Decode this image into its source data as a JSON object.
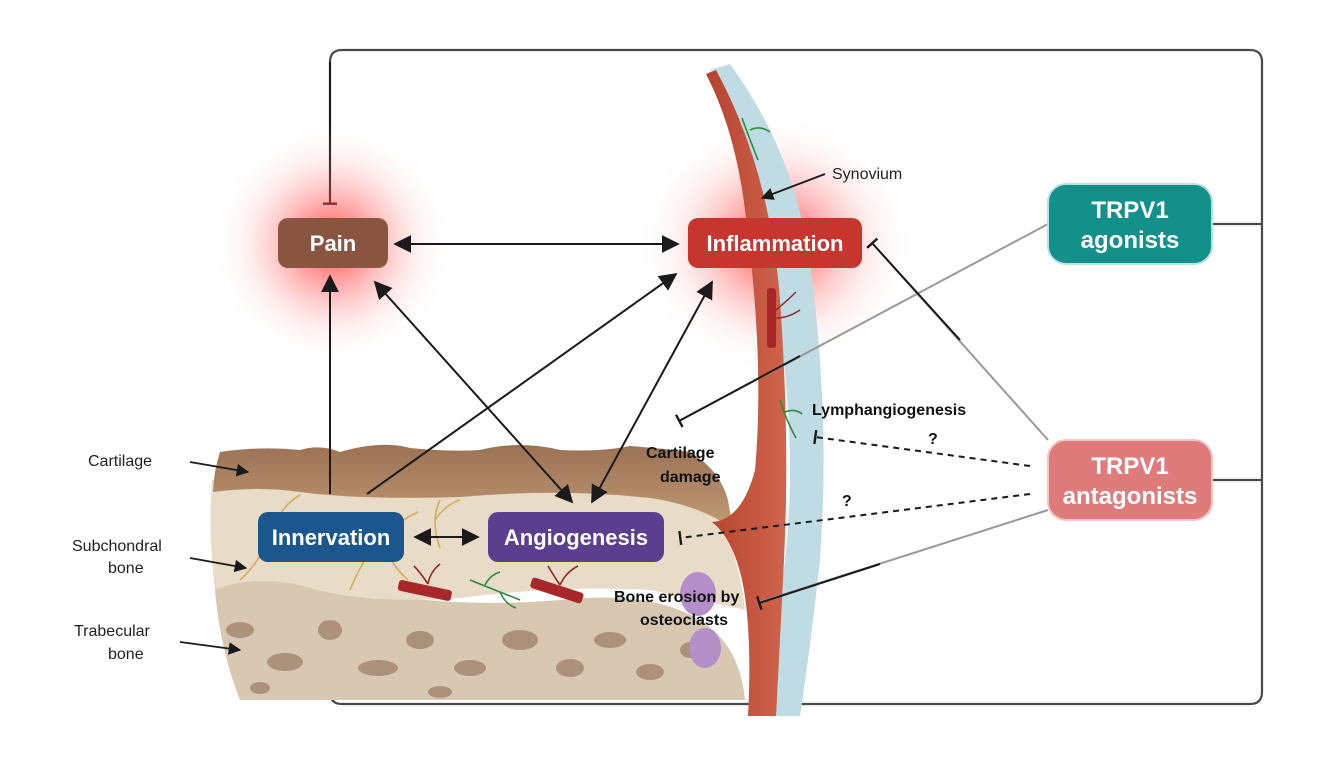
{
  "nodes": {
    "pain": "Pain",
    "inflammation": "Inflammation",
    "innervation": "Innervation",
    "angiogenesis": "Angiogenesis",
    "agonists": [
      "TRPV1",
      "agonists"
    ],
    "antagonists": [
      "TRPV1",
      "antagonists"
    ]
  },
  "labels": {
    "synovium": "Synovium",
    "lymphangiogenesis": "Lymphangiogenesis",
    "cartilage_damage": [
      "Cartilage",
      "damage"
    ],
    "bone_erosion": [
      "Bone erosion by",
      "osteoclasts"
    ],
    "cartilage": "Cartilage",
    "subchondral_bone": [
      "Subchondral",
      "bone"
    ],
    "trabecular_bone": [
      "Trabecular",
      "bone"
    ],
    "unknown_1": "?",
    "unknown_2": "?"
  },
  "colors": {
    "pain": "#8a5540",
    "inflammation": "#c7352f",
    "innervation": "#1c568e",
    "angiogenesis": "#5c3e8f",
    "agonists": "#13908a",
    "antagonists": "#e07b7b",
    "glow": "#ff2d2d"
  }
}
